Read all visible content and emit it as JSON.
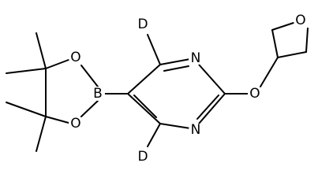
{
  "molecule": {
    "atoms": {
      "d_top": "D",
      "d_bottom": "D",
      "n_top": "N",
      "n_bottom": "N",
      "o_ether": "O",
      "o_oxetane": "O",
      "boron": "B",
      "o_boronate_top": "O",
      "o_boronate_bottom": "O"
    }
  },
  "colors": {
    "bond": "#000000",
    "label": "#000000",
    "background": "#ffffff"
  }
}
